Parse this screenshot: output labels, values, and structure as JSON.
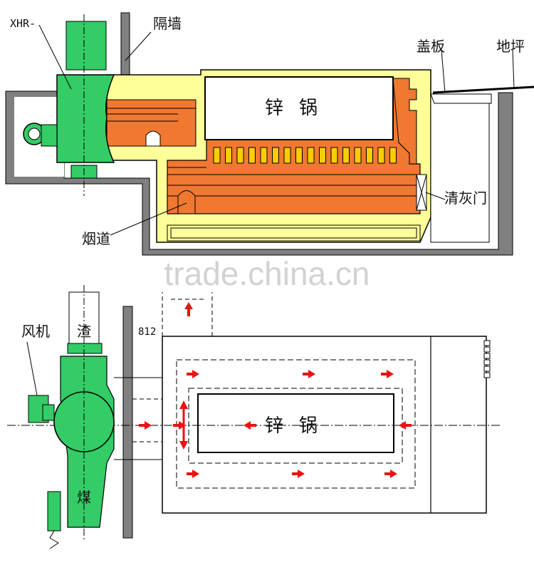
{
  "colors": {
    "wall": "#808080",
    "insulation": "#ffff99",
    "refractory": "#f07830",
    "burner": "#33cc66",
    "arrow": "#ee1111",
    "flue_cell": "#ffcc00",
    "outline": "#000000"
  },
  "top_section": {
    "labels": {
      "burner_model": "XHR-",
      "partition_wall": "隔墙",
      "cover_plate": "盖板",
      "ground_level": "地坪",
      "zinc_pot": "锌锅",
      "ash_door": "清灰门",
      "flue": "烟道"
    }
  },
  "bottom_section": {
    "labels": {
      "fan": "风机",
      "slag": "渣",
      "coal": "煤",
      "zinc_pot": "锌锅",
      "dimension": "812"
    }
  },
  "watermark": "trade.china.cn"
}
